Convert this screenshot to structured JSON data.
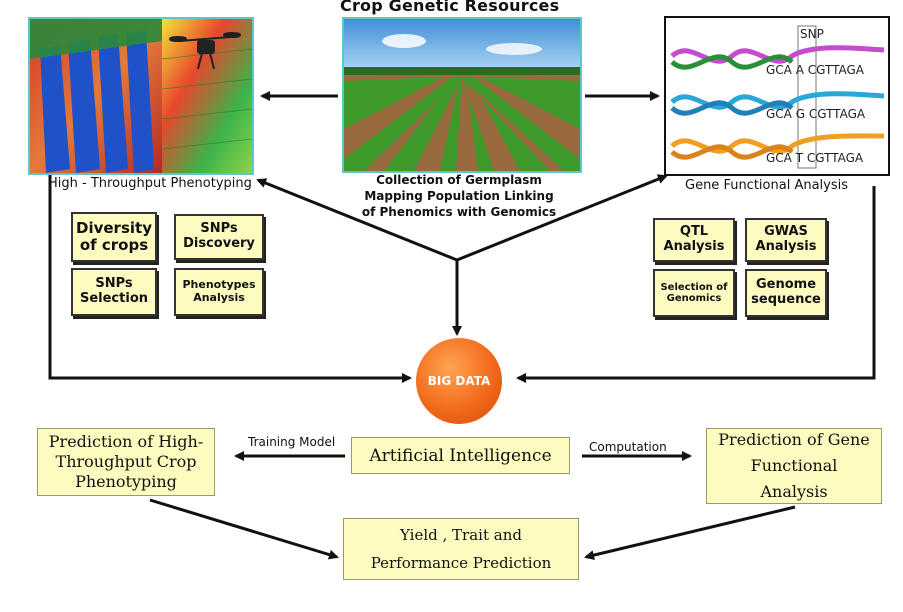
{
  "title": "Crop Genetic Resources",
  "panels": {
    "left_caption": "High - Throughput Phenotyping",
    "center_caption": "Collection of Germplasm Mapping Population Linking of Phenomics with Genomics",
    "right_caption": "Gene Functional Analysis",
    "dna_snp_label": "SNP",
    "dna_rows": [
      "GCA A CGTTAGA",
      "GCA G CGTTAGA",
      "GCA T CGTTAGA"
    ]
  },
  "left_chips": [
    "Diversity of crops",
    "SNPs Discovery",
    "SNPs Selection",
    "Phenotypes Analysis"
  ],
  "right_chips": [
    "QTL Analysis",
    "GWAS Analysis",
    "Selection of Genomics",
    "Genome sequence"
  ],
  "center_node": "BIG DATA",
  "ai_box": "Artificial Intelligence",
  "left_prediction": "Prediction of High-Throughput Crop Phenotyping",
  "right_prediction": "Prediction of Gene Functional Analysis",
  "bottom_box": "Yield , Trait and Performance Prediction",
  "edge_labels": {
    "training": "Training Model",
    "computation": "Computation"
  }
}
